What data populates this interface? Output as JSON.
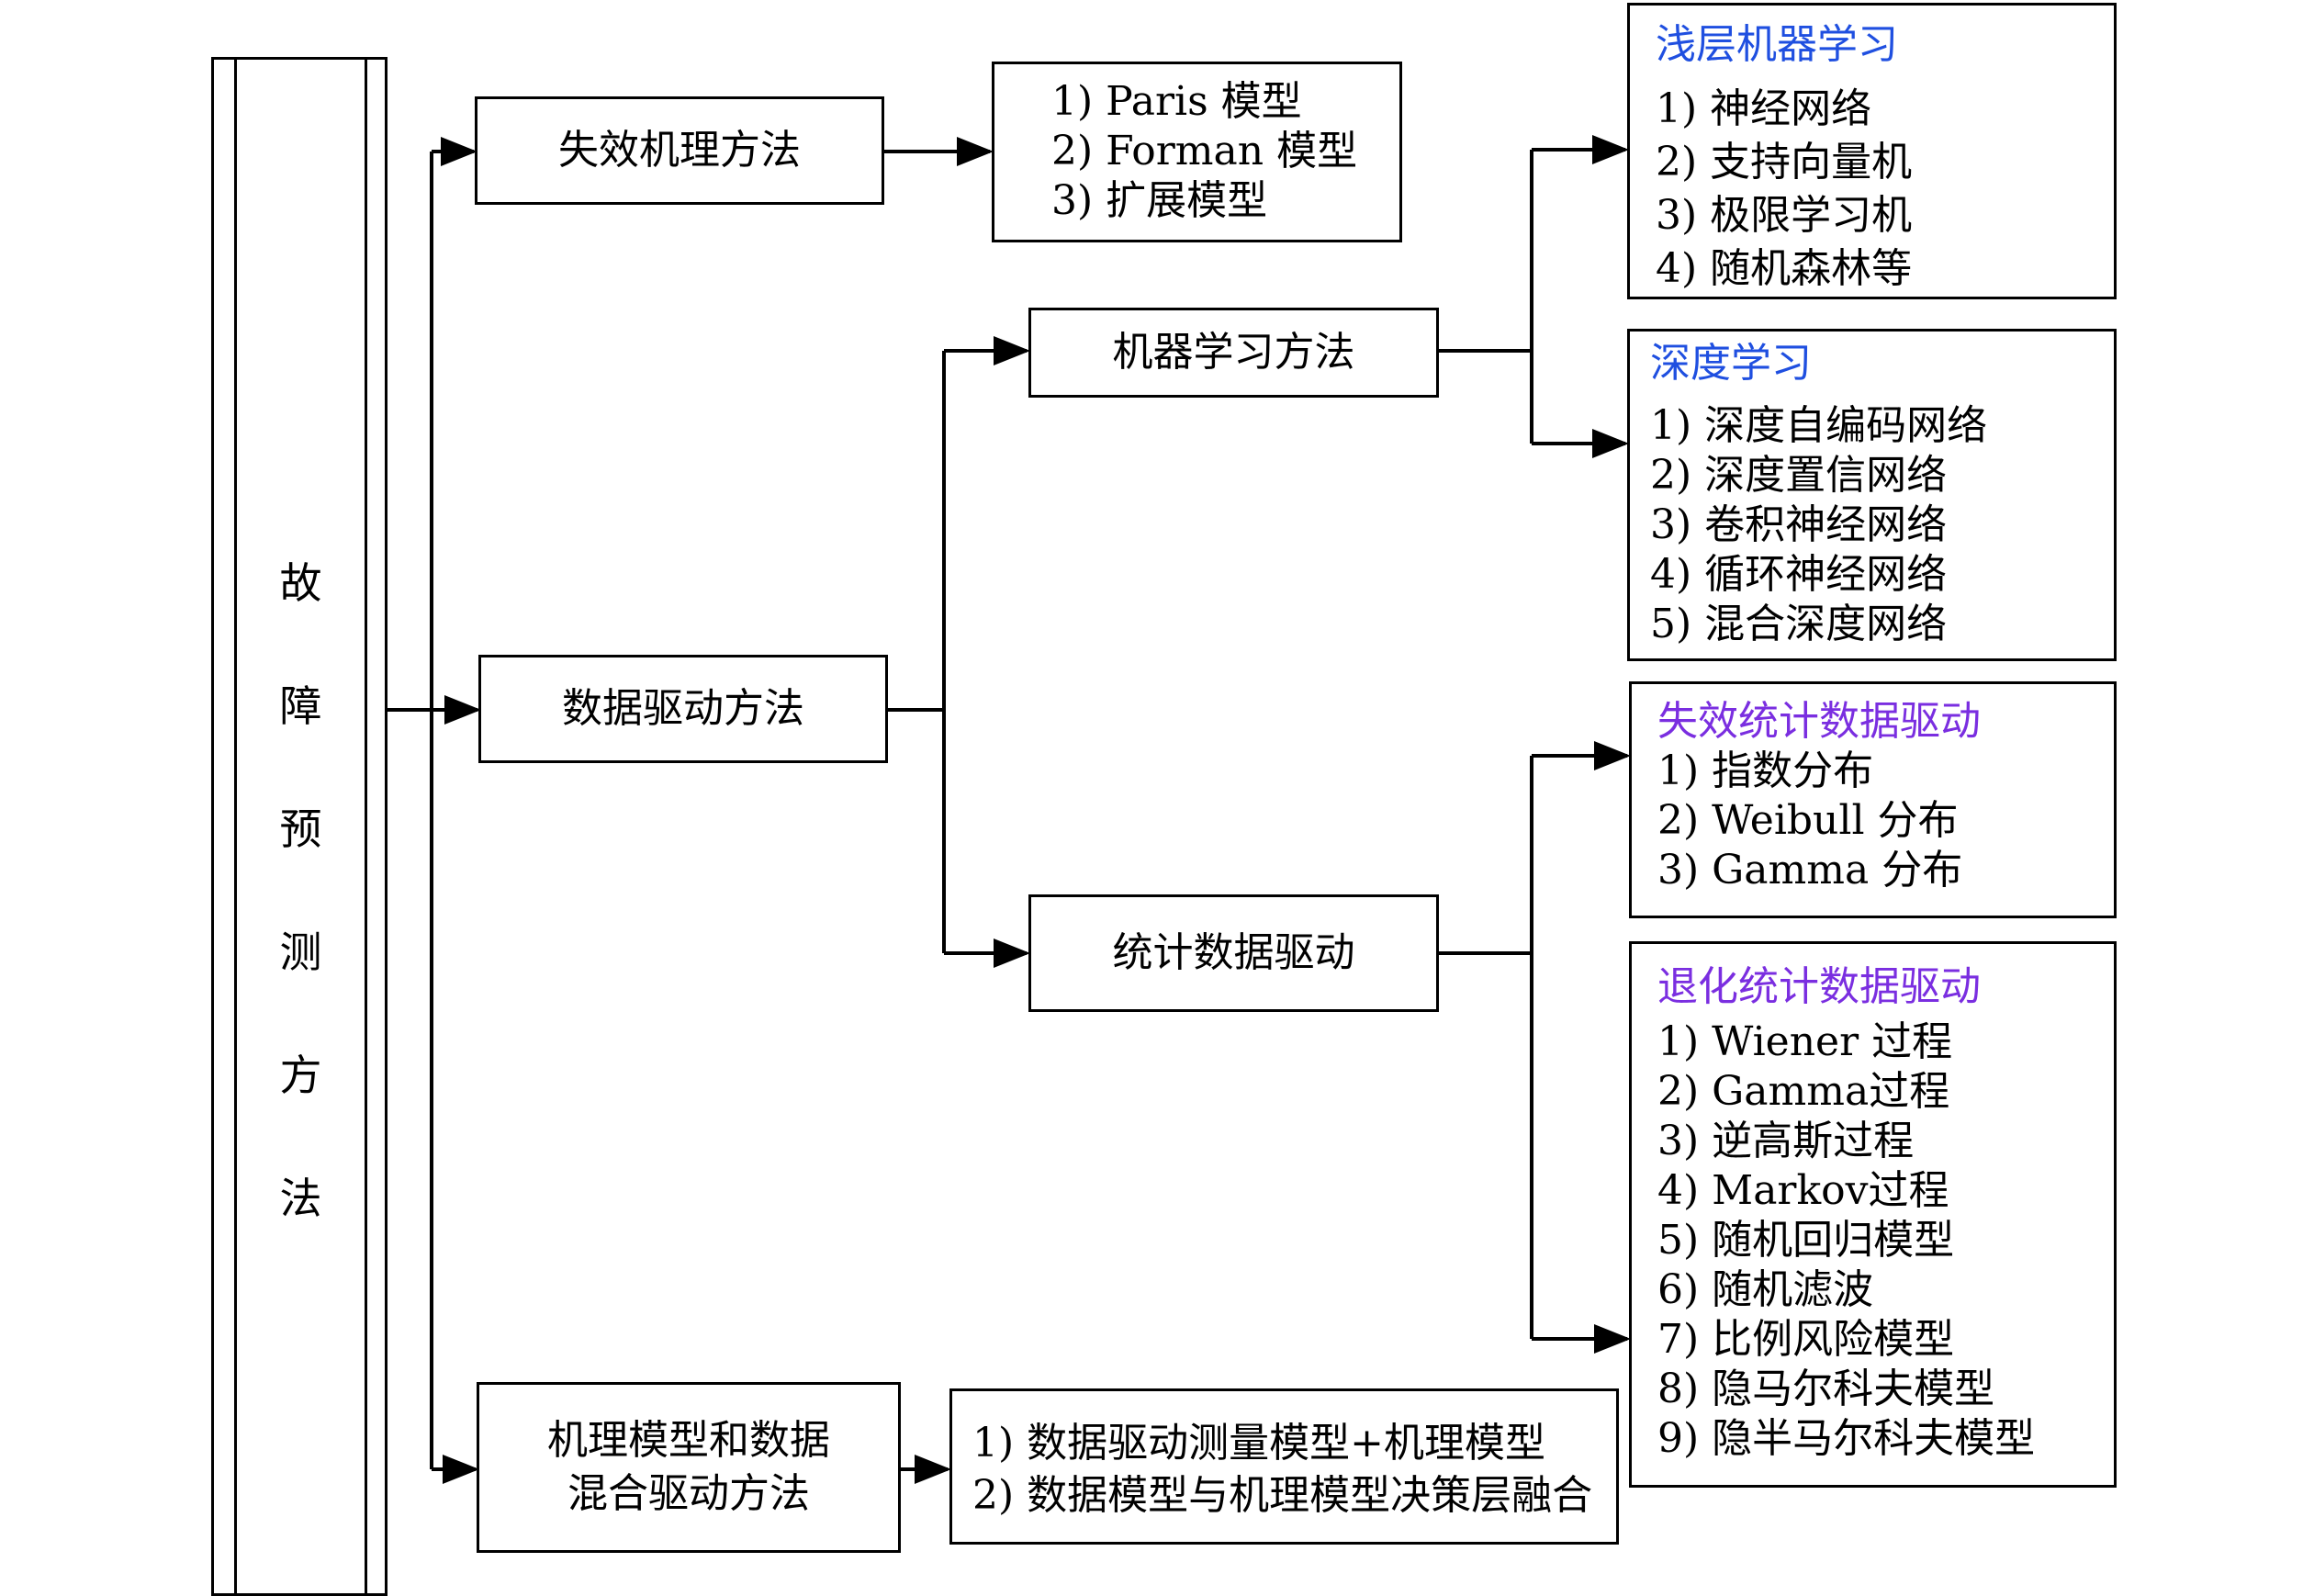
{
  "root": {
    "chars": [
      "故",
      "障",
      "预",
      "测",
      "方",
      "法"
    ]
  },
  "level1": {
    "failure_mechanism": "失效机理方法",
    "data_driven": "数据驱动方法",
    "hybrid_line1": "机理模型和数据",
    "hybrid_line2": "混合驱动方法"
  },
  "failure_models": [
    "1) Paris 模型",
    "2) Forman 模型",
    "3) 扩展模型"
  ],
  "level2": {
    "machine_learning": "机器学习方法",
    "statistical": "统计数据驱动"
  },
  "shallow_ml": {
    "title": "浅层机器学习",
    "items": [
      "1) 神经网络",
      "2) 支持向量机",
      "3) 极限学习机",
      "4) 随机森林等"
    ]
  },
  "deep_learning": {
    "title": "深度学习",
    "items": [
      "1) 深度自编码网络",
      "2) 深度置信网络",
      "3) 卷积神经网络",
      "4) 循环神经网络",
      "5) 混合深度网络"
    ]
  },
  "failure_stat": {
    "title": "失效统计数据驱动",
    "items": [
      "1) 指数分布",
      "2) Weibull 分布",
      "3) Gamma 分布"
    ]
  },
  "degradation_stat": {
    "title": "退化统计数据驱动",
    "items": [
      "1) Wiener 过程",
      "2) Gamma过程",
      "3) 逆高斯过程",
      "4) Markov过程",
      "5) 随机回归模型",
      "6) 随机滤波",
      "7) 比例风险模型",
      "8) 隐马尔科夫模型",
      "9) 隐半马尔科夫模型"
    ]
  },
  "hybrid_methods": [
    "1) 数据驱动测量模型+机理模型",
    "2) 数据模型与机理模型决策层融合"
  ],
  "colors": {
    "title_blue": "#1f4fe0",
    "title_purple": "#7a2ee0",
    "line": "#000000"
  }
}
